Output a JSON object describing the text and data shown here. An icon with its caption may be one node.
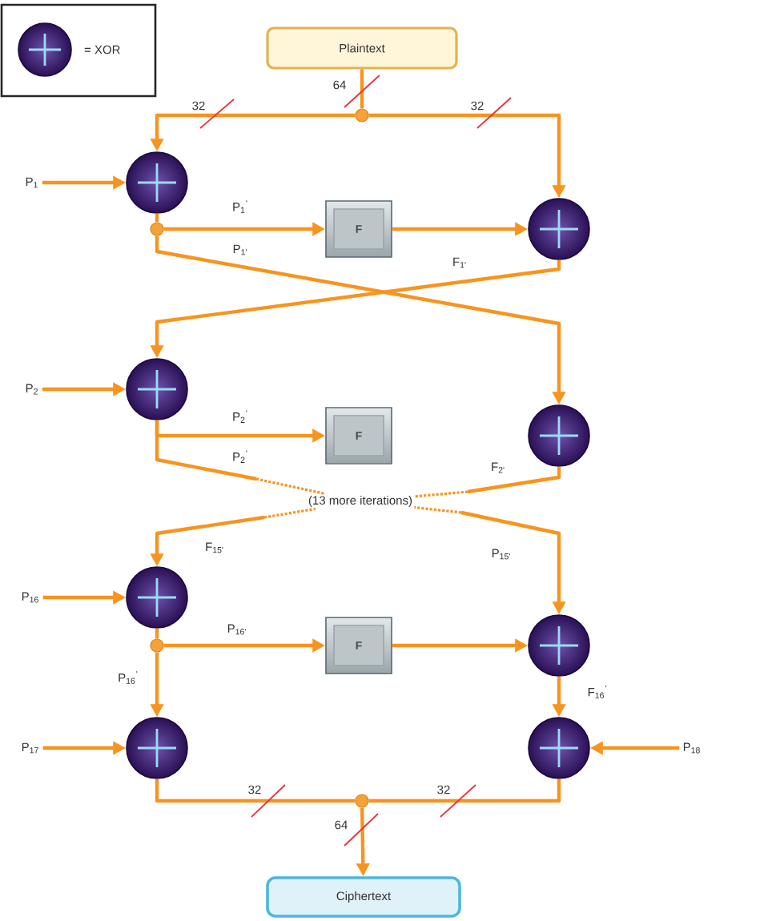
{
  "diagram": {
    "nodes": [
      {
        "text": [
          "Plaintext"
        ]
      },
      {
        "text": [],
        "shape": "circle"
      },
      {
        "text": [
          "P$_{1}$"
        ]
      },
      {
        "text": [],
        "shape": "circle"
      },
      {
        "text": [],
        "shape": "circle"
      },
      {
        "text": [
          "F"
        ]
      },
      {
        "text": [],
        "shape": "circle"
      },
      {
        "text": [
          "P$_{2}$"
        ]
      },
      {
        "text": [],
        "shape": "circle"
      },
      {
        "text": [
          "F"
        ]
      },
      {
        "text": [],
        "shape": "circle"
      },
      {
        "text": [
          "(13 more iterations)"
        ]
      },
      {
        "text": [
          "P$_{16}$"
        ]
      },
      {
        "text": [],
        "shape": "circle"
      },
      {
        "text": [],
        "shape": "circle"
      },
      {
        "text": [
          "F"
        ]
      },
      {
        "text": [],
        "shape": "circle"
      },
      {
        "text": [
          "P$_{17}$"
        ]
      },
      {
        "text": [],
        "shape": "circle"
      },
      {
        "text": [],
        "shape": "circle"
      },
      {
        "text": [
          "P$_{18}$"
        ]
      },
      {
        "text": [],
        "shape": "circle"
      },
      {
        "text": [
          "Ciphertext"
        ]
      }
    ],
    "edges": [
      {
        "from": 0,
        "to": 1,
        "arrow": "none",
        "label": "64"
      },
      {
        "from": 1,
        "to": 3,
        "arrow": "to",
        "label": "32"
      },
      {
        "from": 1,
        "to": 6,
        "arrow": "to",
        "label": "32"
      },
      {
        "from": 2,
        "to": 3,
        "arrow": "to"
      },
      {
        "from": 3,
        "to": 4,
        "arrow": "none"
      },
      {
        "from": 4,
        "to": 5,
        "arrow": "to",
        "label": "P$_{1}$$^{'}$"
      },
      {
        "from": 5,
        "to": 6,
        "arrow": "to"
      },
      {
        "from": 4,
        "to": 10,
        "arrow": "to",
        "label": "P$_{1'}$"
      },
      {
        "from": 6,
        "to": 8,
        "arrow": "to",
        "label": "F$_{1'}$"
      },
      {
        "from": 7,
        "to": 8,
        "arrow": "to"
      },
      {
        "from": 8,
        "to": 9,
        "arrow": "to",
        "label": "P$_{2}$$^{'}$"
      },
      {
        "from": 8,
        "to": 11,
        "arrow": "none",
        "label": "P$_{2}$$^{'}$"
      },
      {
        "from": 10,
        "to": 11,
        "arrow": "none",
        "label": "F$_{2'}$"
      },
      {
        "from": 11,
        "to": 13,
        "arrow": "to",
        "label": "F$_{15'}$"
      },
      {
        "from": 11,
        "to": 16,
        "arrow": "to",
        "label": "P$_{15'}$"
      },
      {
        "from": 12,
        "to": 13,
        "arrow": "to"
      },
      {
        "from": 13,
        "to": 14,
        "arrow": "none"
      },
      {
        "from": 14,
        "to": 15,
        "arrow": "to",
        "label": "P$_{16'}$"
      },
      {
        "from": 15,
        "to": 16,
        "arrow": "to"
      },
      {
        "from": 14,
        "to": 18,
        "arrow": "to",
        "label": "P$_{16}$$^{'}$"
      },
      {
        "from": 16,
        "to": 19,
        "arrow": "to",
        "label": "F$_{16}$$^{'}$"
      },
      {
        "from": 17,
        "to": 18,
        "arrow": "to"
      },
      {
        "from": 20,
        "to": 19,
        "arrow": "to"
      },
      {
        "from": 18,
        "to": 21,
        "arrow": "none",
        "label": "32"
      },
      {
        "from": 19,
        "to": 21,
        "arrow": "none",
        "label": "32"
      },
      {
        "from": 21,
        "to": 22,
        "arrow": "to",
        "label": "64"
      }
    ],
    "legend": [
      {
        "text": "= XOR"
      }
    ]
  }
}
